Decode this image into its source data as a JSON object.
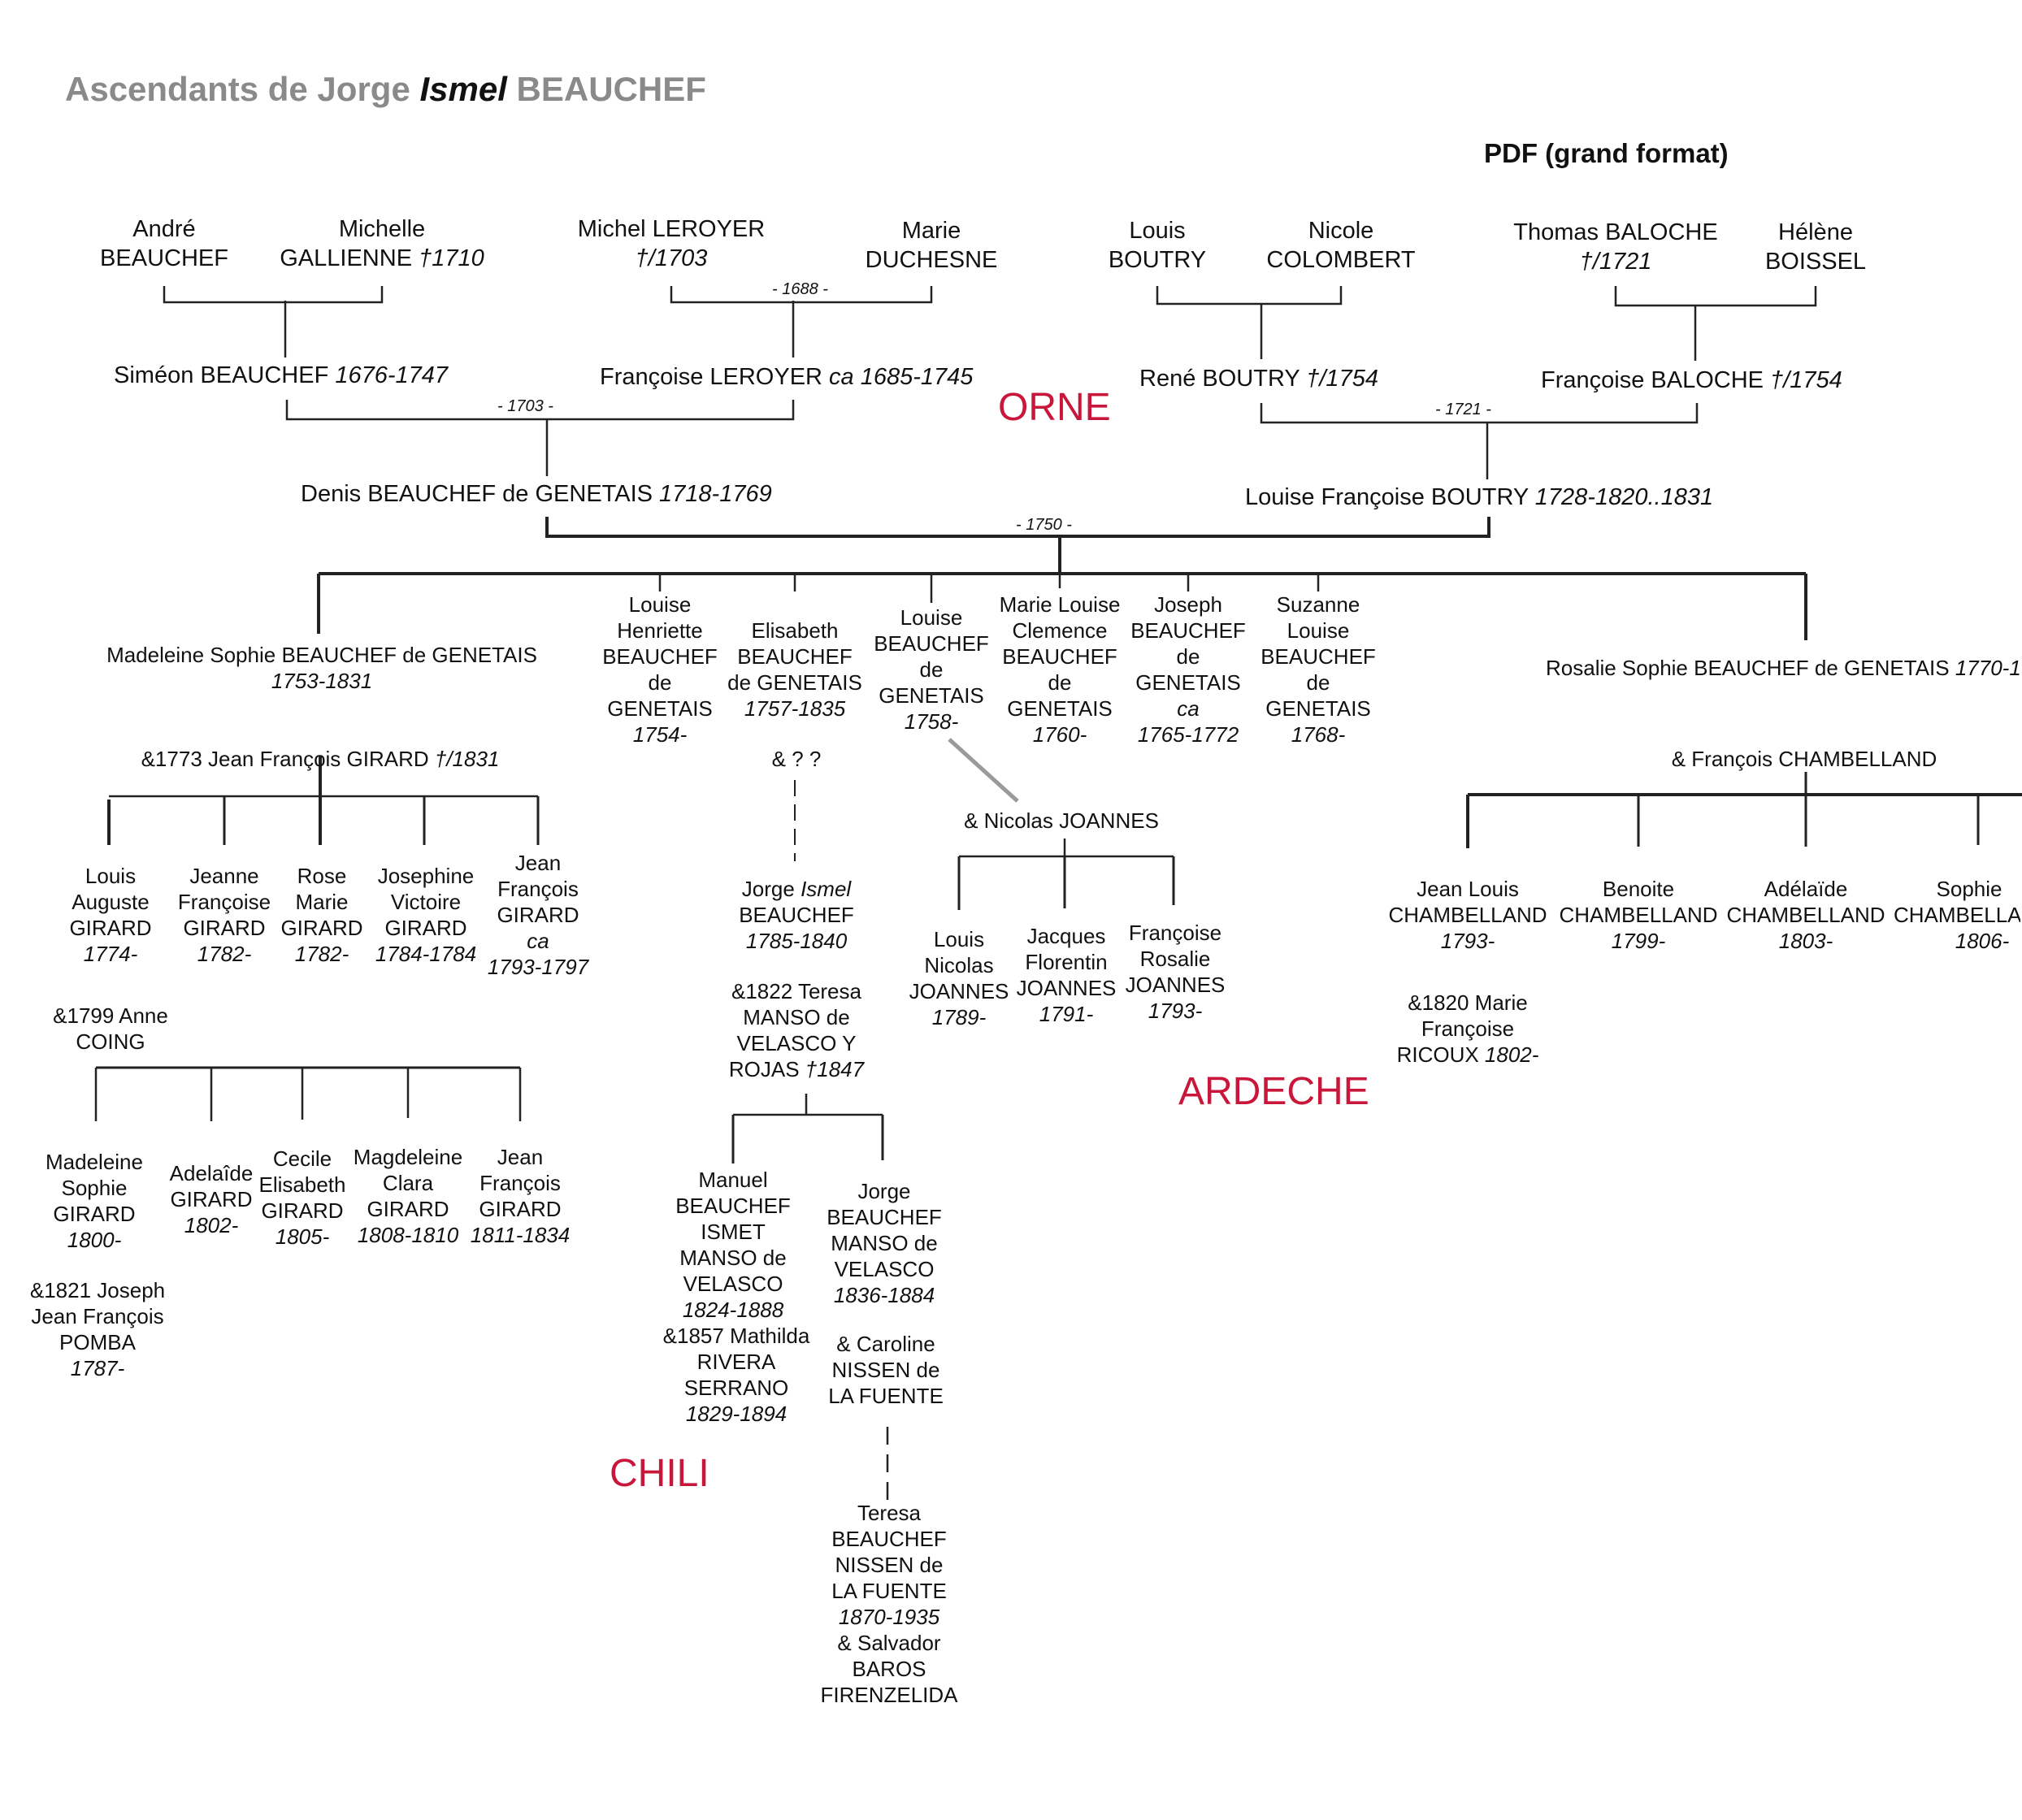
{
  "title": {
    "prefix": "Ascendants de Jorge ",
    "italic": "Ismel",
    "suffix": " BEAUCHEF"
  },
  "pdf_link": "PDF (grand format)",
  "regions": {
    "orne": "ORNE",
    "ardeche": "ARDECHE",
    "chili": "CHILI"
  },
  "marriage_years": {
    "m1688": "- 1688 -",
    "m1703": "- 1703 -",
    "m1721": "- 1721 -",
    "m1750": "- 1750 -"
  },
  "gen1": {
    "andre": {
      "first": "André",
      "last": "BEAUCHEF"
    },
    "michelle": {
      "first": "Michelle",
      "last": "GALLIENNE ",
      "date": "†1710"
    },
    "michel": {
      "name": "Michel LEROYER",
      "date": "†/1703"
    },
    "marie": {
      "first": "Marie",
      "last": "DUCHESNE"
    },
    "louis": {
      "first": "Louis",
      "last": "BOUTRY"
    },
    "nicole": {
      "first": "Nicole",
      "last": "COLOMBERT"
    },
    "thomas": {
      "name": "Thomas BALOCHE",
      "date": "†/1721"
    },
    "helene": {
      "first": "Hélène",
      "last": "BOISSEL"
    }
  },
  "gen2": {
    "simeon": {
      "name": "Siméon BEAUCHEF ",
      "date": "1676-1747"
    },
    "francoise_leroyer": {
      "name": "Françoise LEROYER ",
      "date": "ca 1685-1745"
    },
    "rene": {
      "name": "René BOUTRY ",
      "date": "†/1754"
    },
    "francoise_baloche": {
      "name": "Françoise BALOCHE ",
      "date": "†/1754"
    }
  },
  "gen3": {
    "denis": {
      "name": "Denis BEAUCHEF de GENETAIS ",
      "date": "1718-1769"
    },
    "louise_francoise": {
      "name": "Louise Françoise BOUTRY ",
      "date": "1728-1820..1831"
    }
  },
  "children": {
    "madeleine": {
      "name": "Madeleine Sophie BEAUCHEF de GENETAIS",
      "date": "1753-1831"
    },
    "louise_h": {
      "lines": [
        "Louise",
        "Henriette",
        "BEAUCHEF",
        "de",
        "GENETAIS"
      ],
      "date": "1754-"
    },
    "elisabeth": {
      "lines": [
        "Elisabeth",
        "BEAUCHEF",
        "de GENETAIS"
      ],
      "date": "1757-1835"
    },
    "louise": {
      "lines": [
        "Louise",
        "BEAUCHEF",
        "de",
        "GENETAIS"
      ],
      "date": "1758-"
    },
    "marie_louise": {
      "lines": [
        "Marie Louise",
        "Clemence",
        "BEAUCHEF",
        "de",
        "GENETAIS"
      ],
      "date": "1760-"
    },
    "joseph": {
      "lines": [
        "Joseph",
        "BEAUCHEF",
        "de",
        "GENETAIS"
      ],
      "ca": "ca",
      "date": "1765-1772"
    },
    "suzanne": {
      "lines": [
        "Suzanne",
        "Louise",
        "BEAUCHEF",
        "de",
        "GENETAIS"
      ],
      "date": "1768-"
    },
    "rosalie": {
      "name": "Rosalie Sophie BEAUCHEF de GENETAIS ",
      "date": "1770-1"
    }
  },
  "spouses": {
    "girard": {
      "name": "&1773 Jean François GIRARD ",
      "date": "†/1831"
    },
    "unknown": "& ? ?",
    "joannes": "& Nicolas JOANNES",
    "chambelland": "& François CHAMBELLAND"
  },
  "girard_children": {
    "louis": {
      "lines": [
        "Louis",
        "Auguste",
        "GIRARD"
      ],
      "date": "1774-"
    },
    "jeanne": {
      "lines": [
        "Jeanne",
        "Françoise",
        "GIRARD"
      ],
      "date": "1782-"
    },
    "rose": {
      "lines": [
        "Rose",
        "Marie",
        "GIRARD"
      ],
      "date": "1782-"
    },
    "josephine": {
      "lines": [
        "Josephine",
        "Victoire",
        "GIRARD"
      ],
      "date": "1784-1784"
    },
    "jean": {
      "lines": [
        "Jean",
        "François",
        "GIRARD"
      ],
      "ca": "ca",
      "date": "1793-1797"
    }
  },
  "coing": {
    "lines": [
      "&1799 Anne",
      "COING"
    ]
  },
  "grandchildren": {
    "madeleine": {
      "lines": [
        "Madeleine",
        "Sophie",
        "GIRARD"
      ],
      "date": "1800-"
    },
    "adelaide": {
      "lines": [
        "Adelaîde",
        "GIRARD"
      ],
      "date": "1802-"
    },
    "cecile": {
      "lines": [
        "Cecile",
        "Elisabeth",
        "GIRARD"
      ],
      "date": "1805-"
    },
    "magdeleine": {
      "lines": [
        "Magdeleine",
        "Clara",
        "GIRARD"
      ],
      "date": "1808-1810"
    },
    "jean": {
      "lines": [
        "Jean",
        "François",
        "GIRARD"
      ],
      "date": "1811-1834"
    }
  },
  "pomba": {
    "lines": [
      "&1821 Joseph",
      "Jean François",
      "POMBA"
    ],
    "date": "1787-"
  },
  "jorge_ismel": {
    "first": "Jorge ",
    "italic": "Ismel",
    "last": "BEAUCHEF",
    "date": "1785-1840"
  },
  "teresa_manso": {
    "lines": [
      "&1822 Teresa",
      "MANSO de",
      "VELASCO Y"
    ],
    "last": "ROJAS ",
    "date": "†1847"
  },
  "manuel": {
    "lines": [
      "Manuel",
      "BEAUCHEF",
      "ISMET",
      "MANSO de",
      "VELASCO"
    ],
    "date": "1824-1888"
  },
  "mathilda": {
    "lines": [
      "&1857 Mathilda",
      "RIVERA",
      "SERRANO"
    ],
    "date": "1829-1894"
  },
  "jorge": {
    "lines": [
      "Jorge",
      "BEAUCHEF",
      "MANSO de",
      "VELASCO"
    ],
    "date": "1836-1884"
  },
  "caroline": {
    "lines": [
      "& Caroline",
      "NISSEN de",
      "LA FUENTE"
    ]
  },
  "teresa": {
    "lines": [
      "Teresa",
      "BEAUCHEF",
      "NISSEN de",
      "LA FUENTE"
    ],
    "date": "1870-1935",
    "spouse": [
      "& Salvador",
      "BAROS",
      "FIRENZELIDA"
    ]
  },
  "joannes_children": {
    "louis": {
      "lines": [
        "Louis",
        "Nicolas",
        "JOANNES"
      ],
      "date": "1789-"
    },
    "jacques": {
      "lines": [
        "Jacques",
        "Florentin",
        "JOANNES"
      ],
      "date": "1791-"
    },
    "francoise": {
      "lines": [
        "Françoise",
        "Rosalie",
        "JOANNES"
      ],
      "date": "1793-"
    }
  },
  "chambelland_children": {
    "jean_louis": {
      "lines": [
        "Jean Louis",
        "CHAMBELLAND"
      ],
      "date": "1793-"
    },
    "benoite": {
      "lines": [
        "Benoite",
        "CHAMBELLAND"
      ],
      "date": "1799-"
    },
    "adelaide": {
      "lines": [
        "Adélaïde",
        "CHAMBELLAND"
      ],
      "date": "1803-"
    },
    "sophie": {
      "lines": [
        "Sophie",
        "CHAMBELLA"
      ],
      "date": "1806-"
    }
  },
  "ricoux": {
    "lines": [
      "&1820 Marie",
      "Françoise"
    ],
    "last": "RICOUX ",
    "date": "1802-"
  }
}
